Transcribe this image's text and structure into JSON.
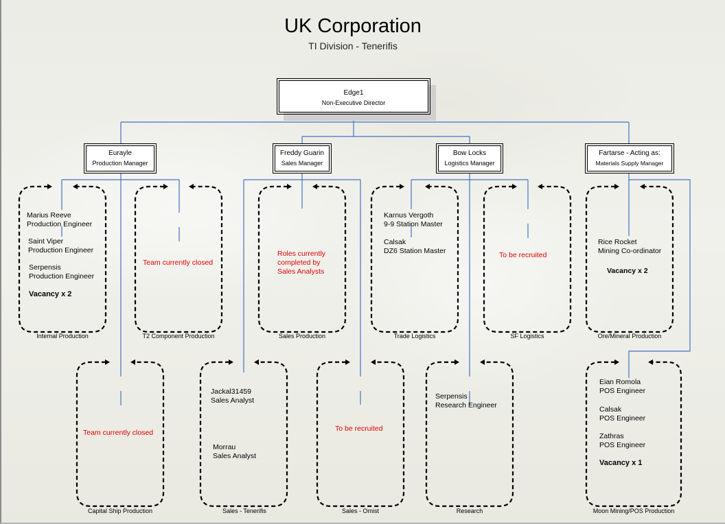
{
  "header": {
    "title": "UK Corporation",
    "subtitle": "TI Division - Tenerifis"
  },
  "colors": {
    "connector": "#4472c4",
    "note_text": "#e00000",
    "team_outline": "#000000"
  },
  "director": {
    "name": "Edge1",
    "role": "Non-Executive Director"
  },
  "managers": [
    {
      "name": "Eurayle",
      "role": "Production Manager"
    },
    {
      "name": "Freddy Guarin",
      "role": "Sales Manager"
    },
    {
      "name": "Bow Locks",
      "role": "Logistics Manager"
    },
    {
      "name": "Fartarse - Acting as:",
      "role": "Materials Supply Manager"
    }
  ],
  "teams": {
    "internal_production": {
      "label": "Internal Production",
      "members": [
        {
          "name": "Marius Reeve",
          "role": "Production Engineer"
        },
        {
          "name": "Saint Viper",
          "role": "Production Engineer"
        },
        {
          "name": "Serpensis",
          "role": "Production Engineer"
        }
      ],
      "vacancy": "Vacancy x 2"
    },
    "t2_component_production": {
      "label": "T2 Component Production",
      "note": "Team currently closed"
    },
    "sales_production": {
      "label": "Sales Production",
      "note_lines": [
        "Roles currently",
        "completed by",
        "Sales Analysts"
      ]
    },
    "trade_logistics": {
      "label": "Trade Logistics",
      "members": [
        {
          "name": "Karnus Vergoth",
          "role": "9-9 Station Master"
        },
        {
          "name": "Calsak",
          "role": "DZ6 Station Master"
        }
      ]
    },
    "sf_logistics": {
      "label": "SF Logistics",
      "note": "To be recruited"
    },
    "ore_mineral_production": {
      "label": "Ore/Mineral Production",
      "members": [
        {
          "name": "Rice Rocket",
          "role": "Mining Co-ordinator"
        }
      ],
      "vacancy": "Vacancy x 2"
    },
    "capital_ship_production": {
      "label": "Capital Ship Production",
      "note": "Team currently closed"
    },
    "sales_tenerifis": {
      "label": "Sales - Tenerifis",
      "members": [
        {
          "name": "Jackal31459",
          "role": "Sales Analyst"
        },
        {
          "name": "Morrau",
          "role": "Sales Analyst"
        }
      ]
    },
    "sales_omist": {
      "label": "Sales - Omist",
      "note": "To be recruited"
    },
    "research": {
      "label": "Research",
      "members": [
        {
          "name": "Serpensis",
          "role": "Research Engineer"
        }
      ]
    },
    "moon_mining_pos_production": {
      "label": "Moon Mining/POS Production",
      "members": [
        {
          "name": "Eian Romola",
          "role": "POS Engineer"
        },
        {
          "name": "Calsak",
          "role": "POS Engineer"
        },
        {
          "name": "Zathras",
          "role": "POS Engineer"
        }
      ],
      "vacancy": "Vacancy x 1"
    }
  }
}
